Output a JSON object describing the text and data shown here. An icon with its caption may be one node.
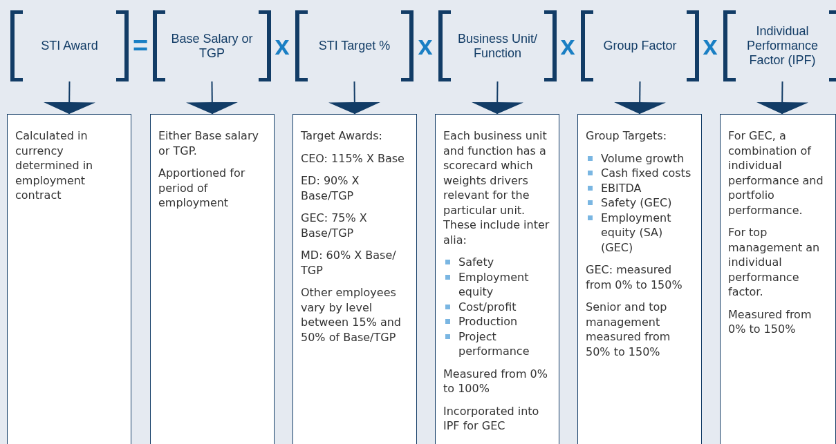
{
  "diagram": {
    "nodes": [
      {
        "text": [
          "STI Award"
        ]
      },
      {
        "text": [
          "Base Salary or TGP"
        ]
      },
      {
        "text": [
          "STI Target %"
        ]
      },
      {
        "text": [
          "Business Unit/ Function"
        ]
      },
      {
        "text": [
          "Group Factor"
        ]
      },
      {
        "text": [
          "Individual Performance Factor (IPF)"
        ]
      },
      {
        "text": [
          "Calculated in currency determined in employment contract"
        ]
      },
      {
        "text": [
          "Either Base salary or TGP.",
          "Apportioned for period of employment"
        ]
      },
      {
        "text": [
          "Target Awards:",
          "CEO: 115% X Base",
          "ED: 90% X Base/TGP",
          "GEC: 75% X Base/TGP",
          "MD: 60% X Base/ TGP",
          "Other employees vary by level between 15% and 50% of Base/TGP"
        ]
      },
      {
        "text": [
          "Each business unit and function has a scorecard which weights drivers relevant for the particular unit. These include inter alia:",
          "Safety",
          "Employment equity",
          "Cost/profit",
          "Production",
          "Project performance",
          "Measured from 0% to 100%",
          "Incorporated into IPF for GEC"
        ]
      },
      {
        "text": [
          "Group Targets:",
          "Volume growth",
          "Cash fixed costs",
          "EBITDA",
          "Safety (GEC)",
          "Employment equity (SA) (GEC)",
          "GEC: measured from 0% to 150%",
          "Senior and top management measured from 50% to 150%"
        ]
      },
      {
        "text": [
          "For GEC, a combination of individual performance and portfolio performance.",
          "For top management an individual performance factor.",
          "Measured from 0% to 150%"
        ]
      }
    ],
    "edges": [
      {
        "from": 0,
        "to": 6,
        "arrow": "to"
      },
      {
        "from": 1,
        "to": 7,
        "arrow": "to"
      },
      {
        "from": 2,
        "to": 8,
        "arrow": "to"
      },
      {
        "from": 3,
        "to": 9,
        "arrow": "to"
      },
      {
        "from": 4,
        "to": 10,
        "arrow": "to"
      },
      {
        "from": 5,
        "to": 11,
        "arrow": "to"
      }
    ],
    "labels": [
      "=",
      "x",
      "x",
      "x",
      "x"
    ]
  }
}
